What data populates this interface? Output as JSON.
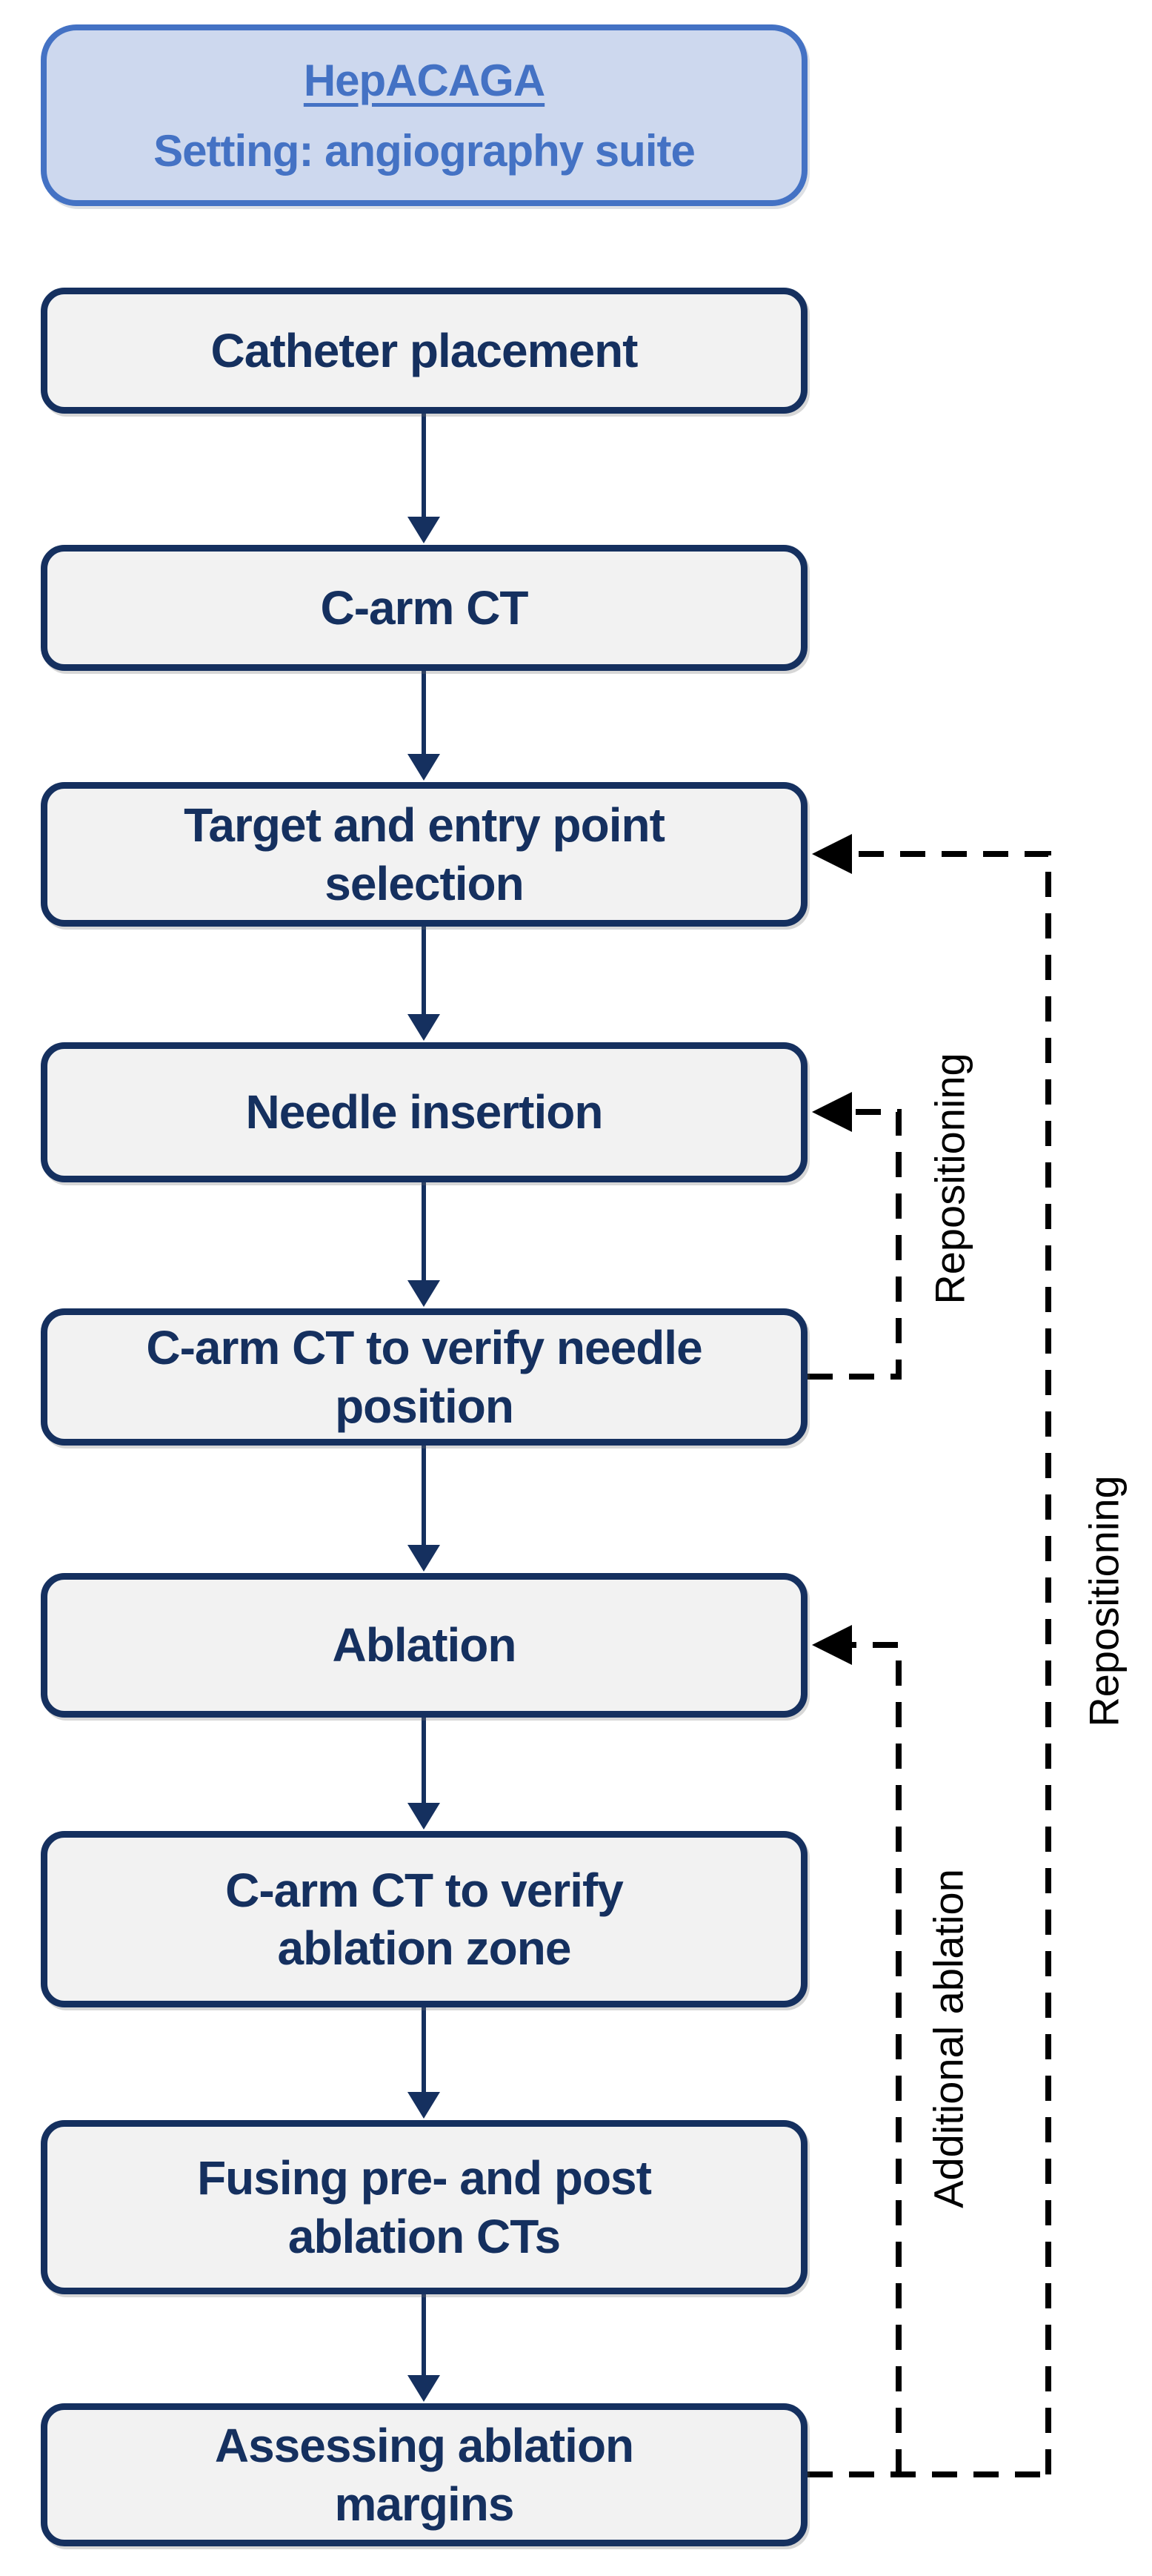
{
  "title_box": {
    "title": "HepACAGA",
    "subtitle": "Setting: angiography suite"
  },
  "nodes": [
    {
      "label": "Catheter placement"
    },
    {
      "label": "C-arm CT"
    },
    {
      "label": "Target and entry point\nselection"
    },
    {
      "label": "Needle insertion"
    },
    {
      "label": "C-arm CT to verify needle\nposition"
    },
    {
      "label": "Ablation"
    },
    {
      "label": "C-arm CT to verify\nablation zone"
    },
    {
      "label": "Fusing pre- and post\nablation CTs"
    },
    {
      "label": "Assessing ablation\nmargins"
    }
  ],
  "feedback_labels": {
    "repositioning_needle": "Repositioning",
    "additional_ablation": "Additional ablation",
    "repositioning_target": "Repositioning"
  },
  "colors": {
    "node_fill": "#f2f2f2",
    "node_border": "#15305f",
    "node_text": "#15305f",
    "header_fill": "#cdd8ee",
    "header_border": "#4472c4",
    "header_text": "#4472c4",
    "flow_arrow": "#15305f",
    "feedback_arrow": "#000000"
  }
}
